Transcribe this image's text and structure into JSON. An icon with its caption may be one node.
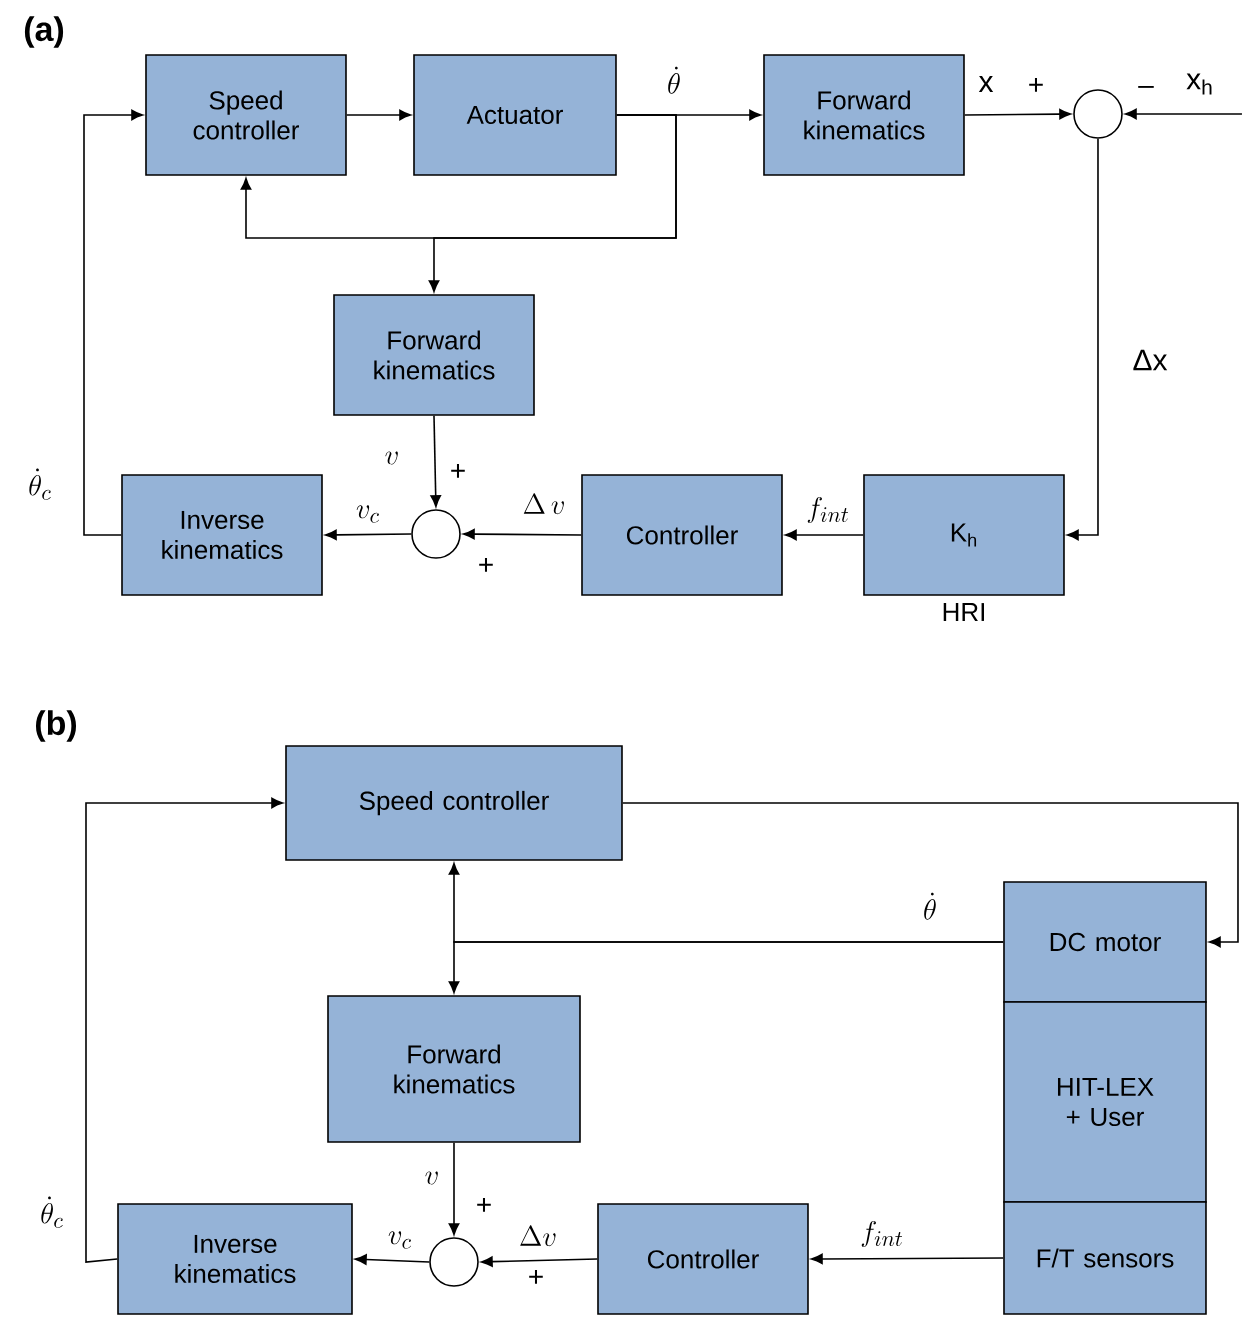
{
  "diagram": {
    "nodes": [
      {
        "text": [
          "Speed controller"
        ]
      },
      {
        "text": [
          "Actuator"
        ]
      },
      {
        "text": [
          "Forward kinematics"
        ]
      },
      {
        "text": [],
        "shape": "circle"
      },
      {
        "text": [
          "Forward kinematics"
        ]
      },
      {
        "text": [],
        "shape": "circle"
      },
      {
        "text": [
          "Inverse kinematics"
        ]
      },
      {
        "text": [
          "Controller"
        ]
      },
      {
        "text": [
          "K$_{h}$"
        ],
        "beside": [
          "HRI"
        ]
      },
      {
        "text": [
          "Speed controller"
        ]
      },
      {
        "text": [
          "DC motor"
        ]
      },
      {
        "text": [
          "HIT-LEX + User"
        ]
      },
      {
        "text": [
          "F/T sensors"
        ]
      },
      {
        "text": [
          "Forward kinematics"
        ]
      },
      {
        "text": [],
        "shape": "circle"
      },
      {
        "text": [
          "Inverse kinematics"
        ]
      },
      {
        "text": [
          "Controller"
        ]
      }
    ],
    "edges": [
      {
        "from": 0,
        "to": 1,
        "arrow": "to"
      },
      {
        "from": 1,
        "to": 2,
        "arrow": "to",
        "label": "\\dot{\\theta}"
      },
      {
        "from": 1,
        "to": 0,
        "arrow": "to"
      },
      {
        "from": 1,
        "to": 4,
        "arrow": "to"
      },
      {
        "from": 2,
        "to": 3,
        "arrow": "to",
        "label": "x"
      },
      {
        "from": null,
        "to": 3,
        "arrow": "to",
        "label": "x$_{h}$"
      },
      {
        "from": 3,
        "to": 8,
        "arrow": "to",
        "label": "Δx"
      },
      {
        "from": 8,
        "to": 7,
        "arrow": "to",
        "label": "f_{int}"
      },
      {
        "from": 7,
        "to": 5,
        "arrow": "to",
        "label": "\\Delta\\, v"
      },
      {
        "from": 4,
        "to": 5,
        "arrow": "to",
        "label": "v"
      },
      {
        "from": 5,
        "to": 6,
        "arrow": "to",
        "label": "v_c"
      },
      {
        "from": 6,
        "to": 0,
        "arrow": "to",
        "label": "\\dot{\\theta}_c"
      },
      {
        "from": 9,
        "to": 10,
        "arrow": "to"
      },
      {
        "from": 10,
        "to": 9,
        "arrow": "to",
        "label": "\\dot{\\theta}"
      },
      {
        "from": 10,
        "to": 13,
        "arrow": "to"
      },
      {
        "from": 12,
        "to": 16,
        "arrow": "to",
        "label": "f_{int}"
      },
      {
        "from": 16,
        "to": 14,
        "arrow": "to",
        "label": "\\Delta v"
      },
      {
        "from": 13,
        "to": 14,
        "arrow": "to",
        "label": "v"
      },
      {
        "from": 14,
        "to": 15,
        "arrow": "to",
        "label": "v_c"
      },
      {
        "from": 15,
        "to": 9,
        "arrow": "to",
        "label": "\\dot{\\theta}_c"
      }
    ],
    "labels": [
      "(a)",
      "+",
      "–",
      "+",
      "+",
      "(b)",
      "+",
      "+"
    ]
  }
}
